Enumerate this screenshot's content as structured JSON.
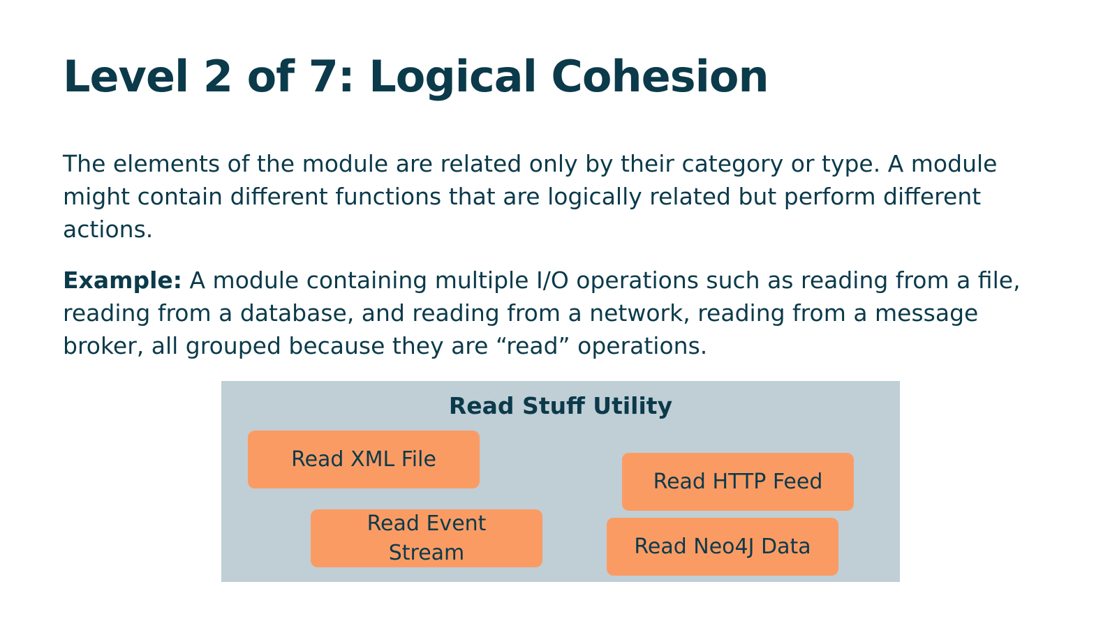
{
  "slide": {
    "title": "Level 2 of 7: Logical Cohesion",
    "description": "The elements of the module are related only by their category or type. A module might contain different functions that are logically related but perform different actions.",
    "example_label": "Example:",
    "example_text": " A module containing multiple I/O operations such as reading from a file, reading from a database, and reading from a network, reading from a message broker, all grouped because they are “read” operations."
  },
  "diagram": {
    "title": "Read Stuff Utility",
    "background_color": "#c0ced6",
    "box_color": "#fb9b64",
    "text_color": "#0b3a4a",
    "boxes": {
      "xml": "Read XML File",
      "http": "Read HTTP Feed",
      "event": "Read Event Stream",
      "neo4j": "Read Neo4J Data"
    }
  }
}
